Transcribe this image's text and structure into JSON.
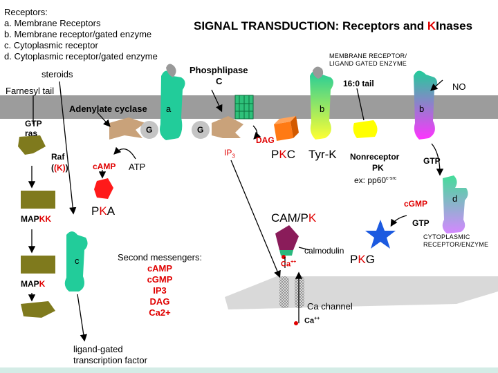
{
  "receptors_list": {
    "heading": "Receptors:",
    "items": [
      "a.  Membrane Receptors",
      "b.  Membrane receptor/gated enzyme",
      "c.  Cytoplasmic receptor",
      "d.  Cytoplasmic receptor/gated enzyme"
    ]
  },
  "title": {
    "main": "SIGNAL TRANSDUCTION: Receptors and ",
    "k": "K",
    "rest": "Inases"
  },
  "labels": {
    "steroids": "steroids",
    "farnesyl": "Farnesyl tail",
    "adenylate": "Adenylate cyclase",
    "a1": "a",
    "phospholipase1": "Phosphlipase",
    "phospholipase2": "C",
    "membrane_gated1": "MEMBRANE RECEPTOR/",
    "membrane_gated2": "LIGAND GATED ENZYME",
    "tail16": "16:0 tail",
    "no": "NO",
    "b1": "b",
    "b2": "b",
    "gtp_ras1": "GTP",
    "gtp_ras2": "ras",
    "g1": "G",
    "g2": "G",
    "dag": "DAG",
    "raf1": "Raf",
    "raf2": "(K)",
    "camp": "cAMP",
    "atp": "ATP",
    "ip3": "IP",
    "ip3_sub": "3",
    "pkc": "PKC",
    "tyrk": "Tyr-K",
    "nonreceptor1": "Nonreceptor",
    "nonreceptor2": "PK",
    "pp60": "ex: pp60",
    "pp60_sup": "c-src",
    "gtp_right": "GTP",
    "cgmp_right": "cGMP",
    "d": "d",
    "gtp_right2": "GTP",
    "cyto_enzyme1": "CYTOPLASMIC",
    "cyto_enzyme2": "RECEPTOR/ENZYME",
    "mapkk_a": "MAP",
    "mapkk_b": "KK",
    "pka": "PKA",
    "campk": "CAM/PK",
    "calmodulin": "calmodulin",
    "ca_left": "Ca",
    "ca_left_sup": "++",
    "pkg": "PKG",
    "c": "c",
    "mapk_a": "MAP",
    "mapk_b": "K",
    "ca_channel": "Ca channel",
    "ca_bottom": "Ca",
    "ca_bottom_sup": "++",
    "ligand1": "ligand-gated",
    "ligand2": "transcription factor"
  },
  "second_messengers": {
    "heading": "Second messengers:",
    "items": [
      "cAMP",
      "cGMP",
      "IP3",
      "DAG",
      "Ca2+"
    ]
  },
  "colors": {
    "membrane": "#9c9c9c",
    "receptor_green": "#22cc9a",
    "olive": "#7f7a1d",
    "accent_red": "#e00000",
    "gprotein": "#c4c4c4",
    "cyclase": "#c9a27a",
    "pkc_orange": "#ff7a14",
    "tyrk_yellow": "#ffff00",
    "star_blue": "#1c5ae0",
    "camk_purple": "#8a1c5a"
  }
}
